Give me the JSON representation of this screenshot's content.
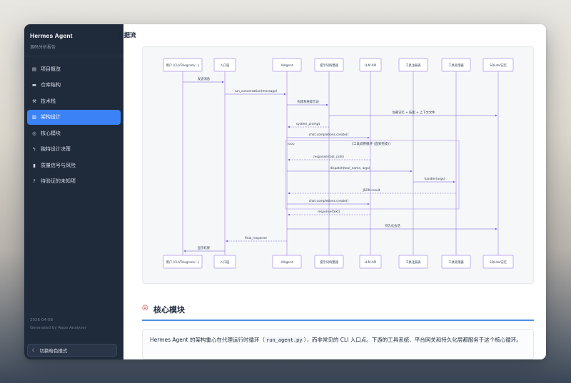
{
  "sidebar": {
    "title": "Hermes Agent",
    "subtitle": "源码分析报告",
    "items": [
      {
        "label": "项目概览",
        "icon": "clipboard-icon",
        "glyph": "▤"
      },
      {
        "label": "仓库结构",
        "icon": "folder-icon",
        "glyph": "▬"
      },
      {
        "label": "技术栈",
        "icon": "wrench-icon",
        "glyph": "⚒"
      },
      {
        "label": "架构设计",
        "icon": "building-icon",
        "glyph": "▥",
        "active": true
      },
      {
        "label": "核心模块",
        "icon": "target-icon",
        "glyph": "◎"
      },
      {
        "label": "独特设计决策",
        "icon": "lightning-icon",
        "glyph": "ϟ"
      },
      {
        "label": "质量信号与风险",
        "icon": "shield-icon",
        "glyph": "▮"
      },
      {
        "label": "待验证的未知项",
        "icon": "question-icon",
        "glyph": "?"
      }
    ],
    "date": "2026-04-08",
    "generated_by": "Generated by Repo Analyzer",
    "theme_toggle": "切换暗色模式",
    "theme_icon": "moon-icon"
  },
  "main": {
    "dataflow_title": "数据流",
    "sequence": {
      "participants": [
        "用户 (CLI/Telegram/...)",
        "入口层",
        "AIAgent",
        "提示词构建器",
        "LLM API",
        "工具注册表",
        "工具处理器",
        "SQLite/记忆"
      ],
      "messages": [
        {
          "from": 0,
          "to": 1,
          "label": "发送消息",
          "dashed": false
        },
        {
          "from": 1,
          "to": 2,
          "label": "run_conversation(message)",
          "dashed": false
        },
        {
          "from": 2,
          "to": 3,
          "label": "构建系统提示词",
          "dashed": false
        },
        {
          "from": 3,
          "to": 7,
          "label": "加载记忆 + 技能 + 上下文文件",
          "dashed": false
        },
        {
          "from": 3,
          "to": 2,
          "label": "system_prompt",
          "dashed": true
        },
        {
          "from": 2,
          "to": 4,
          "label": "chat.completions.create()",
          "dashed": false
        },
        {
          "from": 4,
          "to": 2,
          "label": "response(tool_calls)",
          "dashed": true
        },
        {
          "from": 2,
          "to": 5,
          "label": "dispatch(tool_name, args)",
          "dashed": false
        },
        {
          "from": 5,
          "to": 6,
          "label": "handler(args)",
          "dashed": false
        },
        {
          "from": 6,
          "to": 2,
          "label": "JSON result",
          "dashed": true
        },
        {
          "from": 2,
          "to": 4,
          "label": "chat.completions.create()",
          "dashed": false
        },
        {
          "from": 4,
          "to": 2,
          "label": "response(text)",
          "dashed": true
        },
        {
          "from": 2,
          "to": 7,
          "label": "持久化会话",
          "dashed": false
        },
        {
          "from": 2,
          "to": 1,
          "label": "final_response",
          "dashed": true
        },
        {
          "from": 1,
          "to": 0,
          "label": "显示结果",
          "dashed": false
        }
      ],
      "loop_label": "loop",
      "loop_title": "[工具调用循环 (直到完成)]"
    },
    "core_heading": "核心模块",
    "core_icon": "target-icon",
    "core_paragraph_a": "Hermes Agent 的架构重心在代理运行时循环（",
    "core_code": "run_agent.py",
    "core_paragraph_b": "），而非常见的 CLI 入口点。下游的工具系统、平台网关和持久化层都服务于这个核心循环。"
  },
  "colors": {
    "sidebar_bg": "#1f2a3b",
    "accent": "#3b82f6",
    "lifeline": "#9d7fe0",
    "arrow": "#6b5bd6"
  }
}
